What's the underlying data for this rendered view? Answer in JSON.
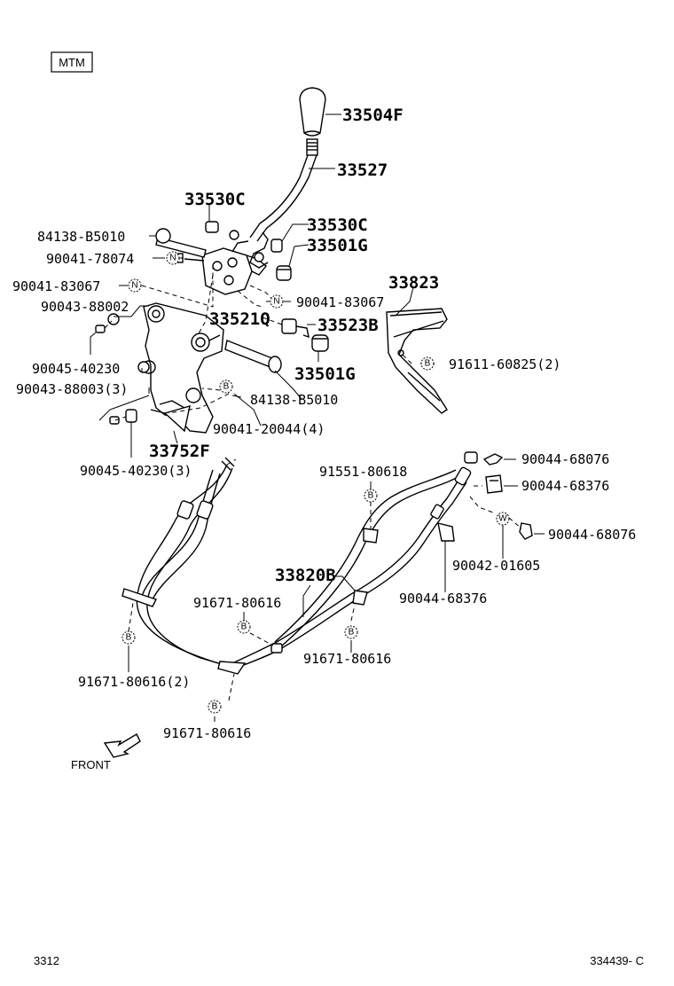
{
  "tag": "MTM",
  "labels": {
    "p33504F": "33504F",
    "p33527": "33527",
    "p33530C_a": "33530C",
    "p33530C_b": "33530C",
    "p33501G_a": "33501G",
    "p84138_a": "84138-B5010",
    "p90041_78074": "90041-78074",
    "p90041_83067_a": "90041-83067",
    "p90043_88002": "90043-88002",
    "p33521Q": "33521Q",
    "p33523B": "33523B",
    "p90041_83067_b": "90041-83067",
    "p33823": "33823",
    "p91611": "91611-60825(2)",
    "p90045_40230": "90045-40230",
    "p33501G_b": "33501G",
    "p90043_88003": "90043-88003(3)",
    "p84138_b": "84138-B5010",
    "p90041_20044": "90041-20044(4)",
    "p33752F": "33752F",
    "p90045_40230_3": "90045-40230(3)",
    "p91551": "91551-80618",
    "p90044_68076_a": "90044-68076",
    "p90044_68376_a": "90044-68376",
    "p90044_68076_b": "90044-68076",
    "p90042": "90042-01605",
    "p33820B": "33820B",
    "p91671_a": "91671-80616",
    "p90044_68376_b": "90044-68376",
    "p91671_b": "91671-80616",
    "p91671_2": "91671-80616(2)",
    "p91671_c": "91671-80616",
    "front": "FRONT"
  },
  "symbols": {
    "n": "N",
    "b": "B",
    "w": "W"
  },
  "footer": {
    "left": "3312",
    "right": "334439- C"
  }
}
